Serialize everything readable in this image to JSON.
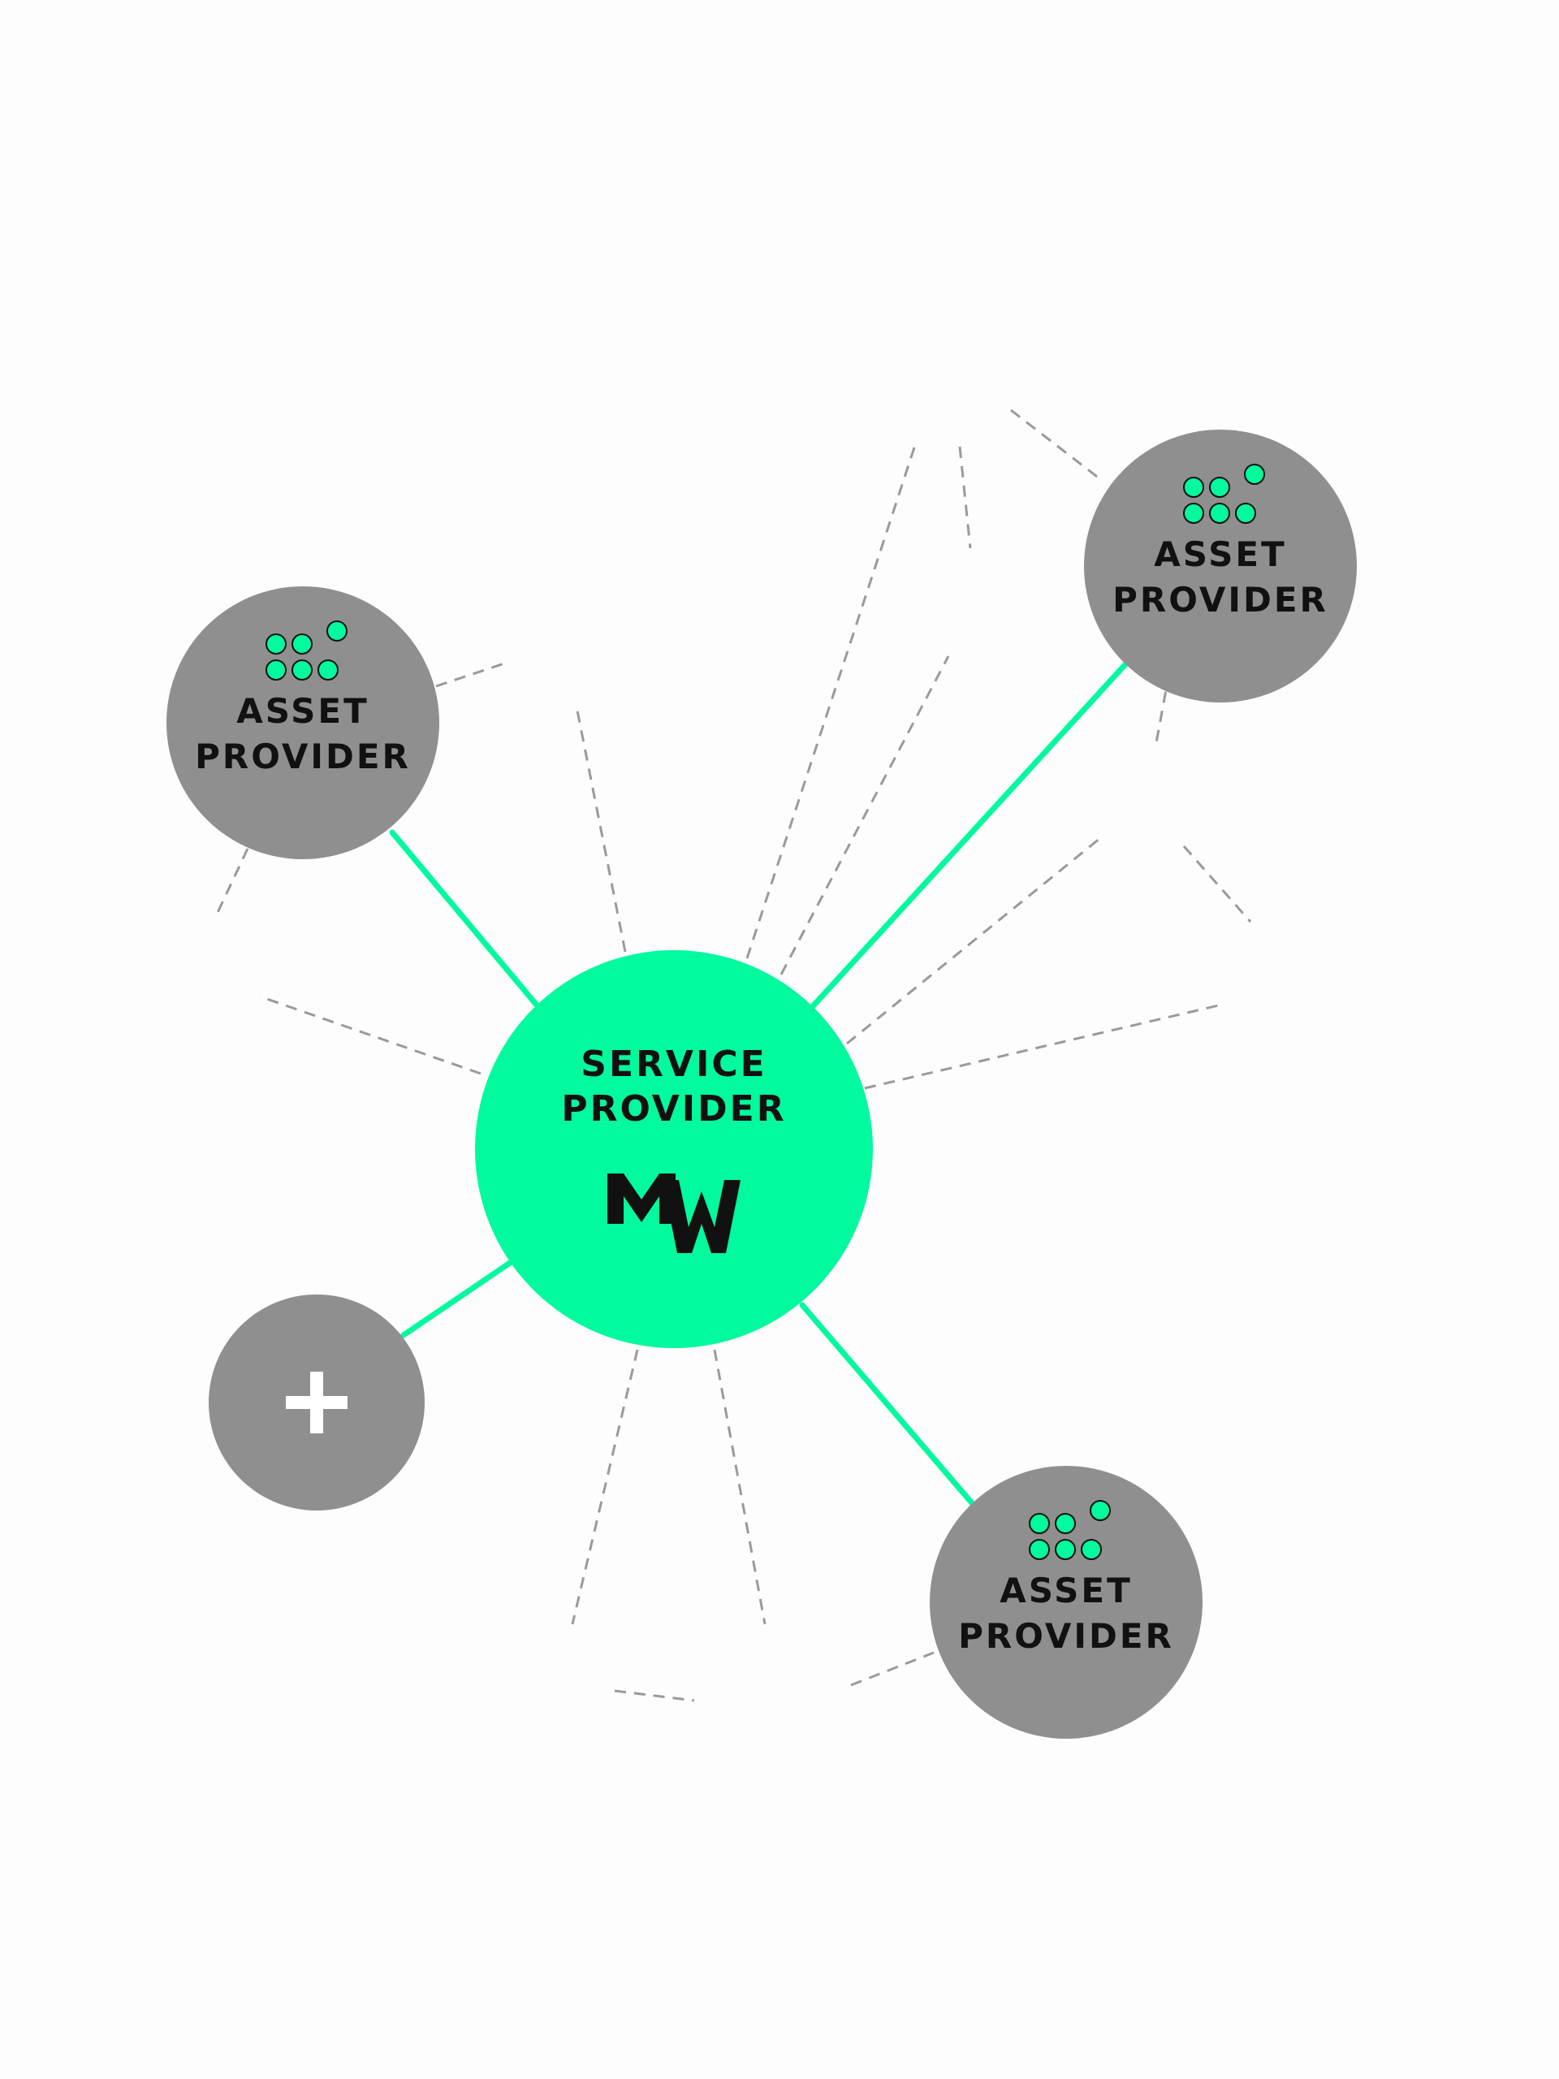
{
  "colors": {
    "accent": "#00fa9d",
    "node_grey": "#8f8f8f",
    "dashed": "#9a9a9a",
    "text_dark": "#111111",
    "plus": "#ffffff"
  },
  "center_node": {
    "line1": "SERVICE",
    "line2": "PROVIDER",
    "logo": "MW"
  },
  "asset_nodes": [
    {
      "id": "left",
      "line1": "ASSET",
      "line2": "PROVIDER",
      "icon": "asset-dots-icon"
    },
    {
      "id": "top-right",
      "line1": "ASSET",
      "line2": "PROVIDER",
      "icon": "asset-dots-icon"
    },
    {
      "id": "bottom-right",
      "line1": "ASSET",
      "line2": "PROVIDER",
      "icon": "asset-dots-icon"
    }
  ],
  "add_node": {
    "symbol": "+",
    "icon": "plus-icon"
  }
}
